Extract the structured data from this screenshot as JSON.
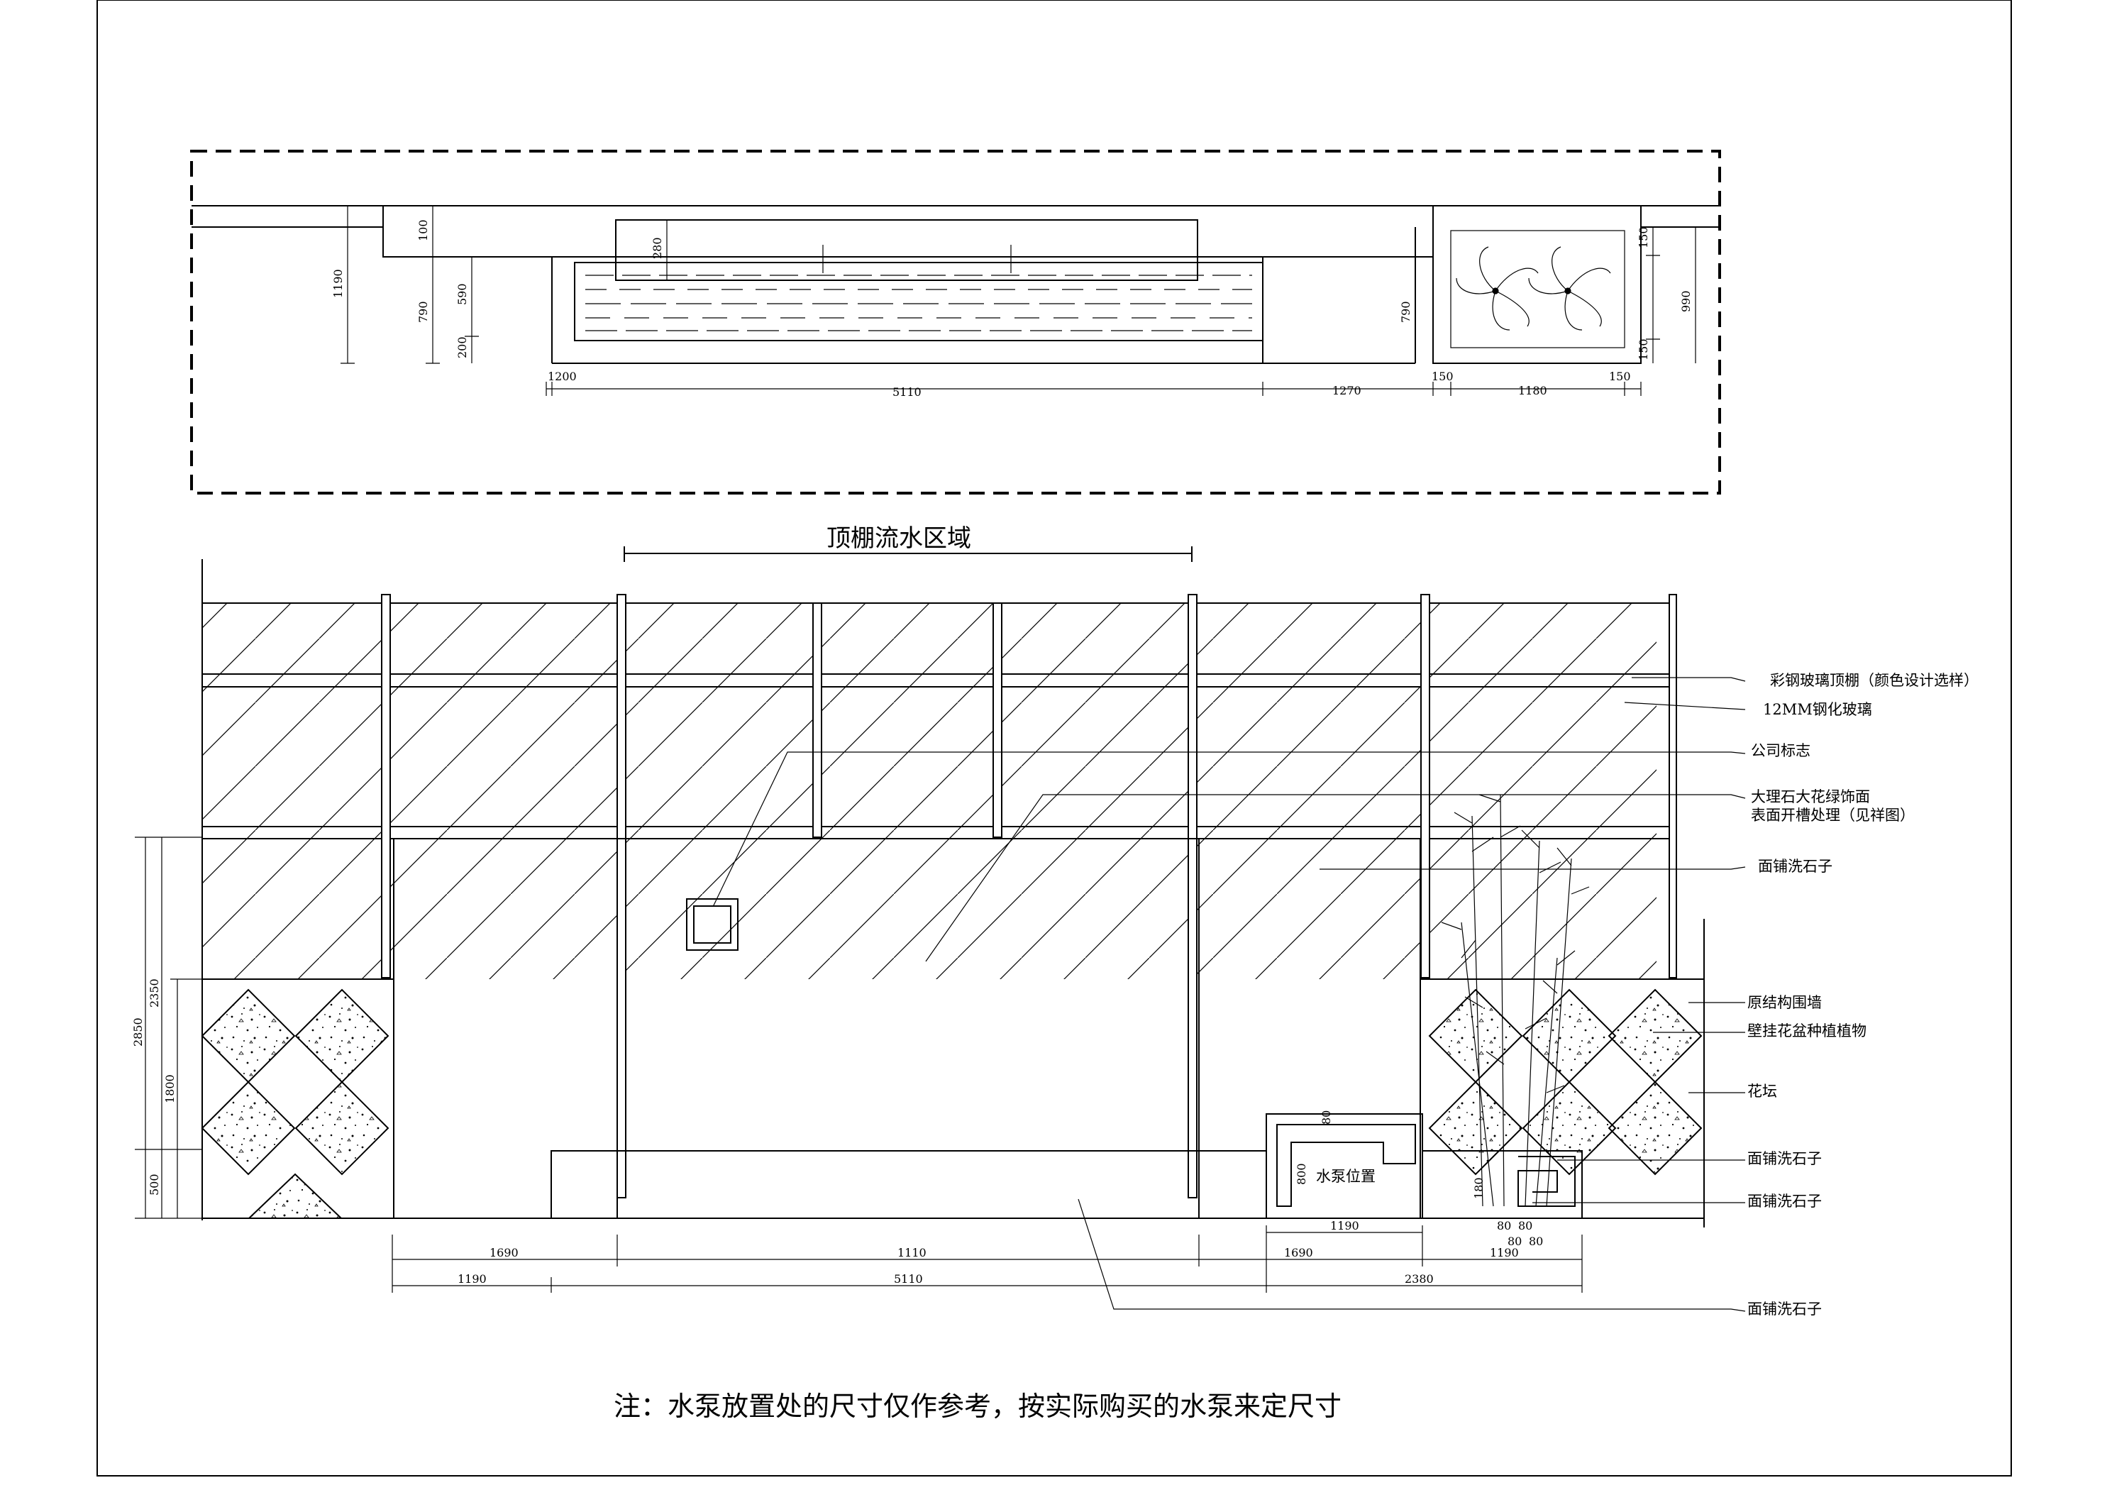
{
  "plan": {
    "dims": {
      "d1190": "1190",
      "d100": "100",
      "d790a": "790",
      "d590": "590",
      "d200": "200",
      "d280": "280",
      "d790b": "790",
      "d150a": "150",
      "d990": "990",
      "d150b": "150",
      "b1200": "1200",
      "b5110": "5110",
      "b1270": "1270",
      "b150a": "150",
      "b1180": "1180",
      "b150b": "150"
    }
  },
  "elevation": {
    "title": "顶棚流水区域",
    "labels": {
      "canopy": "彩钢玻璃顶棚（颜色设计选样）",
      "glass": "12MM钢化玻璃",
      "logo": "公司标志",
      "marble_1": "大理石大花绿饰面",
      "marble_2": "表面开槽处理（见祥图）",
      "pebble_1": "面铺洗石子",
      "wall": "原结构围墙",
      "hanging": "壁挂花盆种植植物",
      "planter": "花坛",
      "pebble_2": "面铺洗石子",
      "pebble_3": "面铺洗石子",
      "pebble_4": "面铺洗石子"
    },
    "pump_label": "水泵位置",
    "left_dims": {
      "h2850": "2850",
      "h2350": "2350",
      "h1800": "1800",
      "h500": "500"
    },
    "inner_dims": {
      "p800": "800",
      "p180": "180",
      "a80": "80",
      "b80": "80",
      "c80": "80",
      "d80": "80",
      "e80": "80"
    },
    "bottom_dims": {
      "r0_1190": "1190",
      "r1_1690a": "1690",
      "r1_1110": "1110",
      "r1_1690b": "1690",
      "r1_1190": "1190",
      "r2_1190": "1190",
      "r2_5110": "5110",
      "r2_2380": "2380"
    }
  },
  "note": "注：水泵放置处的尺寸仅作参考，按实际购买的水泵来定尺寸"
}
